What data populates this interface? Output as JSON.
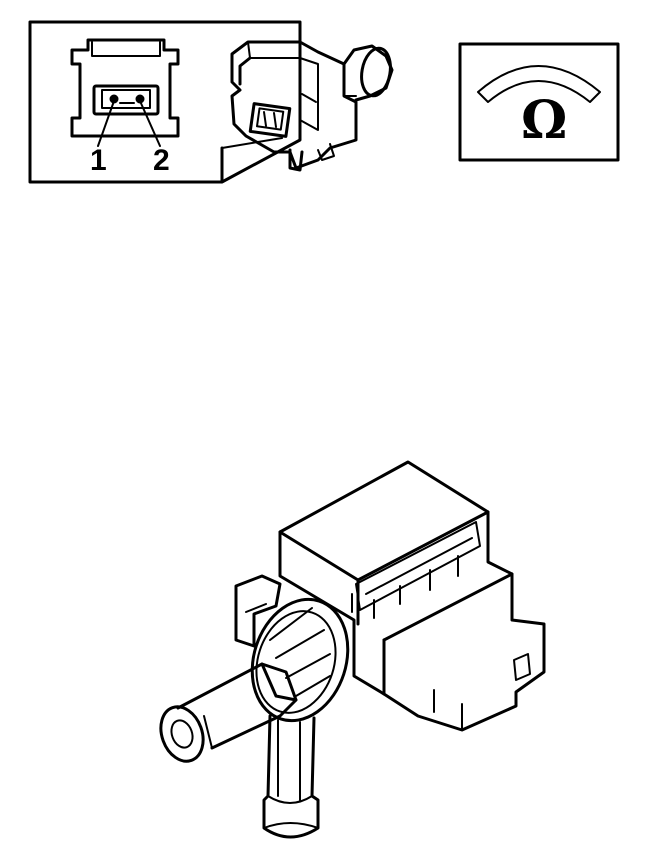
{
  "connector_inset": {
    "pins": [
      {
        "label": "1"
      },
      {
        "label": "2"
      }
    ]
  },
  "meter_panel": {
    "symbol": "Ω",
    "icon": "ohmmeter-icon"
  },
  "component": {
    "icon": "vacuum-solenoid-valve-icon"
  }
}
